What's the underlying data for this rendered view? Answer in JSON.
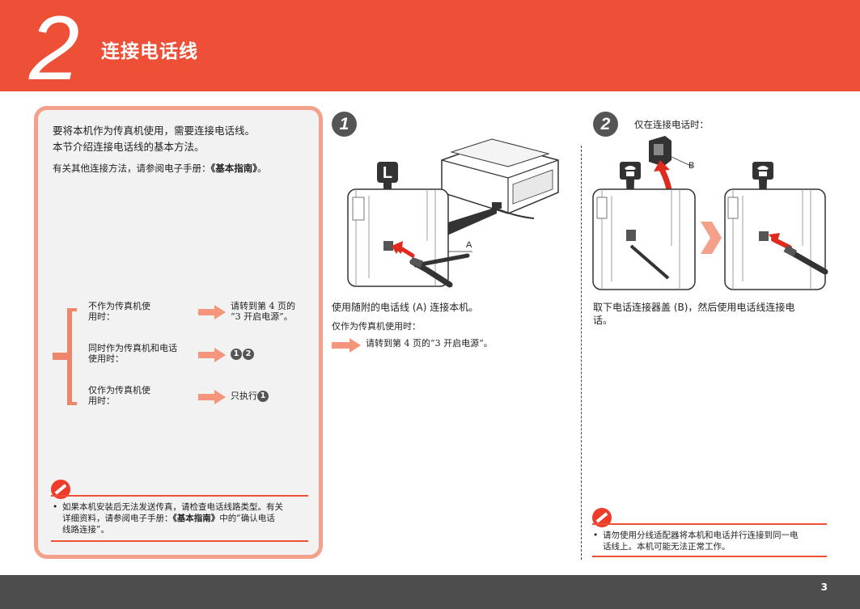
{
  "header": {
    "step_number": "2",
    "title": "连接电话线"
  },
  "left_panel": {
    "intro_line1": "要将本机作为传真机使用，需要连接电话线。",
    "intro_line2": "本节介绍连接电话线的基本方法。",
    "note_prefix": "有关其他连接方法，请参阅电子手册：",
    "note_manual": "《基本指南》",
    "note_suffix": "。",
    "options": [
      {
        "label_line1": "不作为传真机使",
        "label_line2": "用时：",
        "target_line1": "请转到第 4 页的",
        "target_line2": "“3 开启电源”。"
      },
      {
        "label_line1": "同时作为传真机和电话",
        "label_line2": "使用时：",
        "target_steps": [
          "1",
          "2"
        ]
      },
      {
        "label_line1": "仅作为传真机使",
        "label_line2": "用时：",
        "target_text": "只执行",
        "target_step": "1"
      }
    ],
    "caution": {
      "bullet": "•",
      "line1": "如果本机安装后无法发送传真，请检查电话线路类型。有关",
      "line2_prefix": "详细资料，请参阅电子手册：",
      "line2_manual": "《基本指南》",
      "line2_suffix": "中的“确认电话",
      "line3": "线路连接”。"
    }
  },
  "step1": {
    "badge": "1",
    "callout_letter": "L",
    "cable_label": "A",
    "instruction": "使用随附的电话线 (A) 连接本机。",
    "sub_heading": "仅作为传真机使用时：",
    "goto": "请转到第 4 页的“3 开启电源”。"
  },
  "step2": {
    "badge": "2",
    "heading": "仅在连接电话时：",
    "cap_label": "B",
    "instruction_line1": "取下电话连接器盖 (B)，然后使用电话线连接电",
    "instruction_line2": "话。",
    "caution": {
      "bullet": "•",
      "line1": "请勿使用分线适配器将本机和电话并行连接到同一电",
      "line2": "话线上。本机可能无法正常工作。"
    }
  },
  "footer": {
    "page_number": "3"
  },
  "colors": {
    "header_red": "#ee4f37",
    "accent_salmon": "#f4957c",
    "panel_border": "#f4a18c",
    "footer_gray": "#4d4d4d"
  }
}
